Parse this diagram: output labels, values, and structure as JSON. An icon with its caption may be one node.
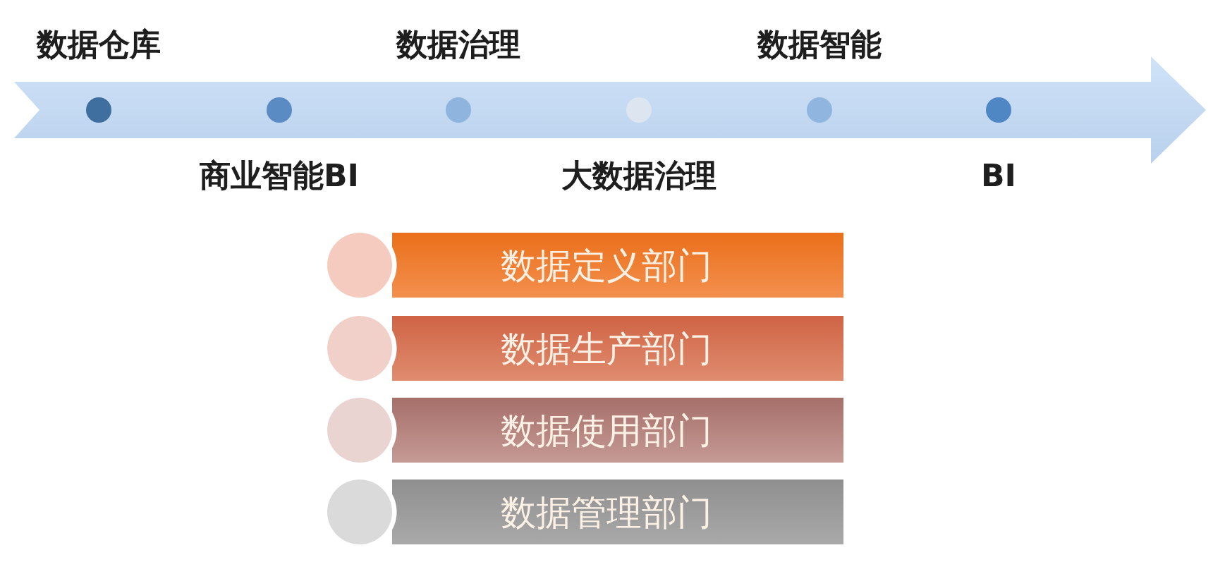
{
  "diagram": {
    "nodes": [
      {
        "text": [],
        "shape": "circle",
        "beside": [
          "数据仓库"
        ]
      },
      {
        "text": [],
        "shape": "circle",
        "beside": [
          "商业智能BI"
        ]
      },
      {
        "text": [],
        "shape": "circle",
        "beside": [
          "数据治理"
        ]
      },
      {
        "text": [],
        "shape": "circle",
        "beside": [
          "大数据治理"
        ]
      },
      {
        "text": [],
        "shape": "circle",
        "beside": [
          "数据智能"
        ]
      },
      {
        "text": [],
        "shape": "circle",
        "beside": [
          "BI"
        ]
      },
      {
        "text": [
          "数据定义部门"
        ]
      },
      {
        "text": [
          "数据生产部门"
        ]
      },
      {
        "text": [
          "数据使用部门"
        ]
      },
      {
        "text": [
          "数据管理部门"
        ]
      }
    ]
  }
}
